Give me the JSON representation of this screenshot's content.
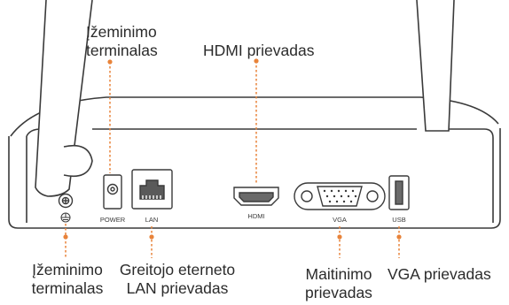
{
  "callouts": {
    "ground_top": [
      "Įžeminimo",
      "terminalas"
    ],
    "hdmi_top": "HDMI prievadas",
    "ground_bottom": [
      "Įžeminimo",
      "terminalas"
    ],
    "lan_bottom": [
      "Greitojo eterneto",
      "LAN prievadas"
    ],
    "power_bottom": [
      "Maitinimo",
      "prievadas"
    ],
    "vga_bottom": "VGA prievadas"
  },
  "port_labels": {
    "power": "POWER",
    "lan": "LAN",
    "hdmi": "HDMI",
    "vga": "VGA",
    "usb": "USB"
  },
  "colors": {
    "leader": "#e8833a",
    "outline": "#3a3a3a",
    "text": "#2b2b2b"
  },
  "icons": [
    "ground-symbol-icon"
  ]
}
